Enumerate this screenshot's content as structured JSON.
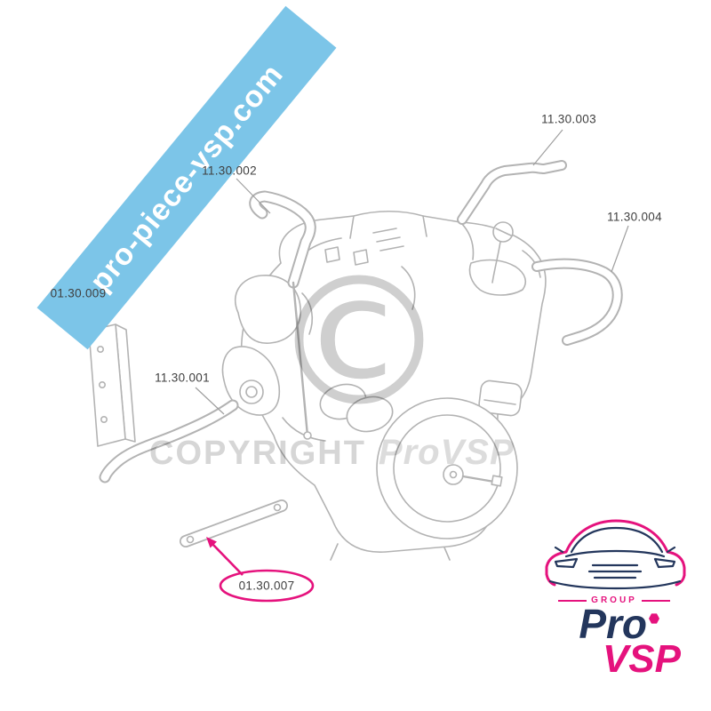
{
  "banner": {
    "text": "pro-piece-vsp.com"
  },
  "part_labels": [
    {
      "text": "11.30.003"
    },
    {
      "text": "11.30.002"
    },
    {
      "text": "11.30.004"
    },
    {
      "text": "01.30.009"
    },
    {
      "text": "11.30.001"
    },
    {
      "text": "01.30.007",
      "highlighted": true
    }
  ],
  "watermark": {
    "copyright": "COPYRIGHT",
    "brand": "ProVSP",
    "symbol": "©"
  },
  "logo": {
    "group_label": "GROUP",
    "brand_pro": "Pro",
    "brand_vsp": "VSP"
  },
  "colors": {
    "banner_blue": "#7cc5e8",
    "highlight_pink": "#e5127d",
    "line_gray": "#b3b3b3",
    "label_text": "#3f3f3f",
    "watermark_gray": "#d6d6d6",
    "logo_navy": "#23365c",
    "logo_pink": "#e5127d"
  }
}
